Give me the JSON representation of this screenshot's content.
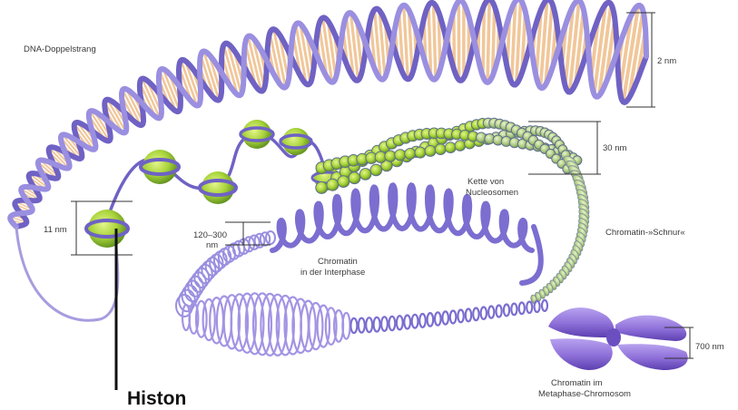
{
  "labels": {
    "dna": "DNA-Doppelstrang",
    "nm2": "2 nm",
    "nm30": "30 nm",
    "nucleosomes_1": "Kette von",
    "nucleosomes_2": "Nucleosomen",
    "chromatin_string": "Chromatin-»Schnur«",
    "nm11": "11 nm",
    "nm120_1": "120–300",
    "nm120_2": "nm",
    "interphase_1": "Chromatin",
    "interphase_2": "in der Interphase",
    "nm700": "700 nm",
    "metaphase_1": "Chromatin im",
    "metaphase_2": "Metaphase-Chromosom",
    "histone": "Histon"
  },
  "colors": {
    "backbone": "#6f62c4",
    "backbone_light": "#a99fe6",
    "base_pairs": "#f1c79a",
    "histone_core": "#a8d43a",
    "fiber_green": "#9cbf78",
    "chromosome": "#8d6ed8",
    "chromosome_dark": "#6b4fc0",
    "dim_lines": "#333333"
  }
}
